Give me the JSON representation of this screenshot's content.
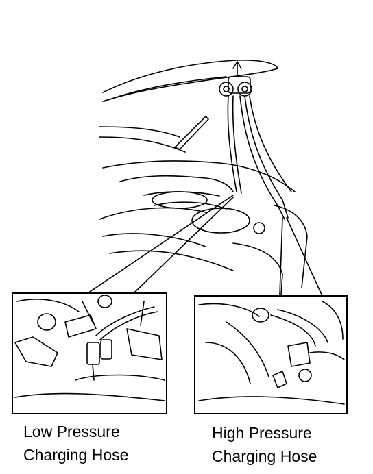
{
  "labels": {
    "low": {
      "line1": "Low Pressure",
      "line2": "Charging Hose"
    },
    "high": {
      "line1": "High Pressure",
      "line2": "Charging Hose"
    }
  },
  "colors": {
    "ink": "#000000",
    "paper": "#ffffff"
  }
}
